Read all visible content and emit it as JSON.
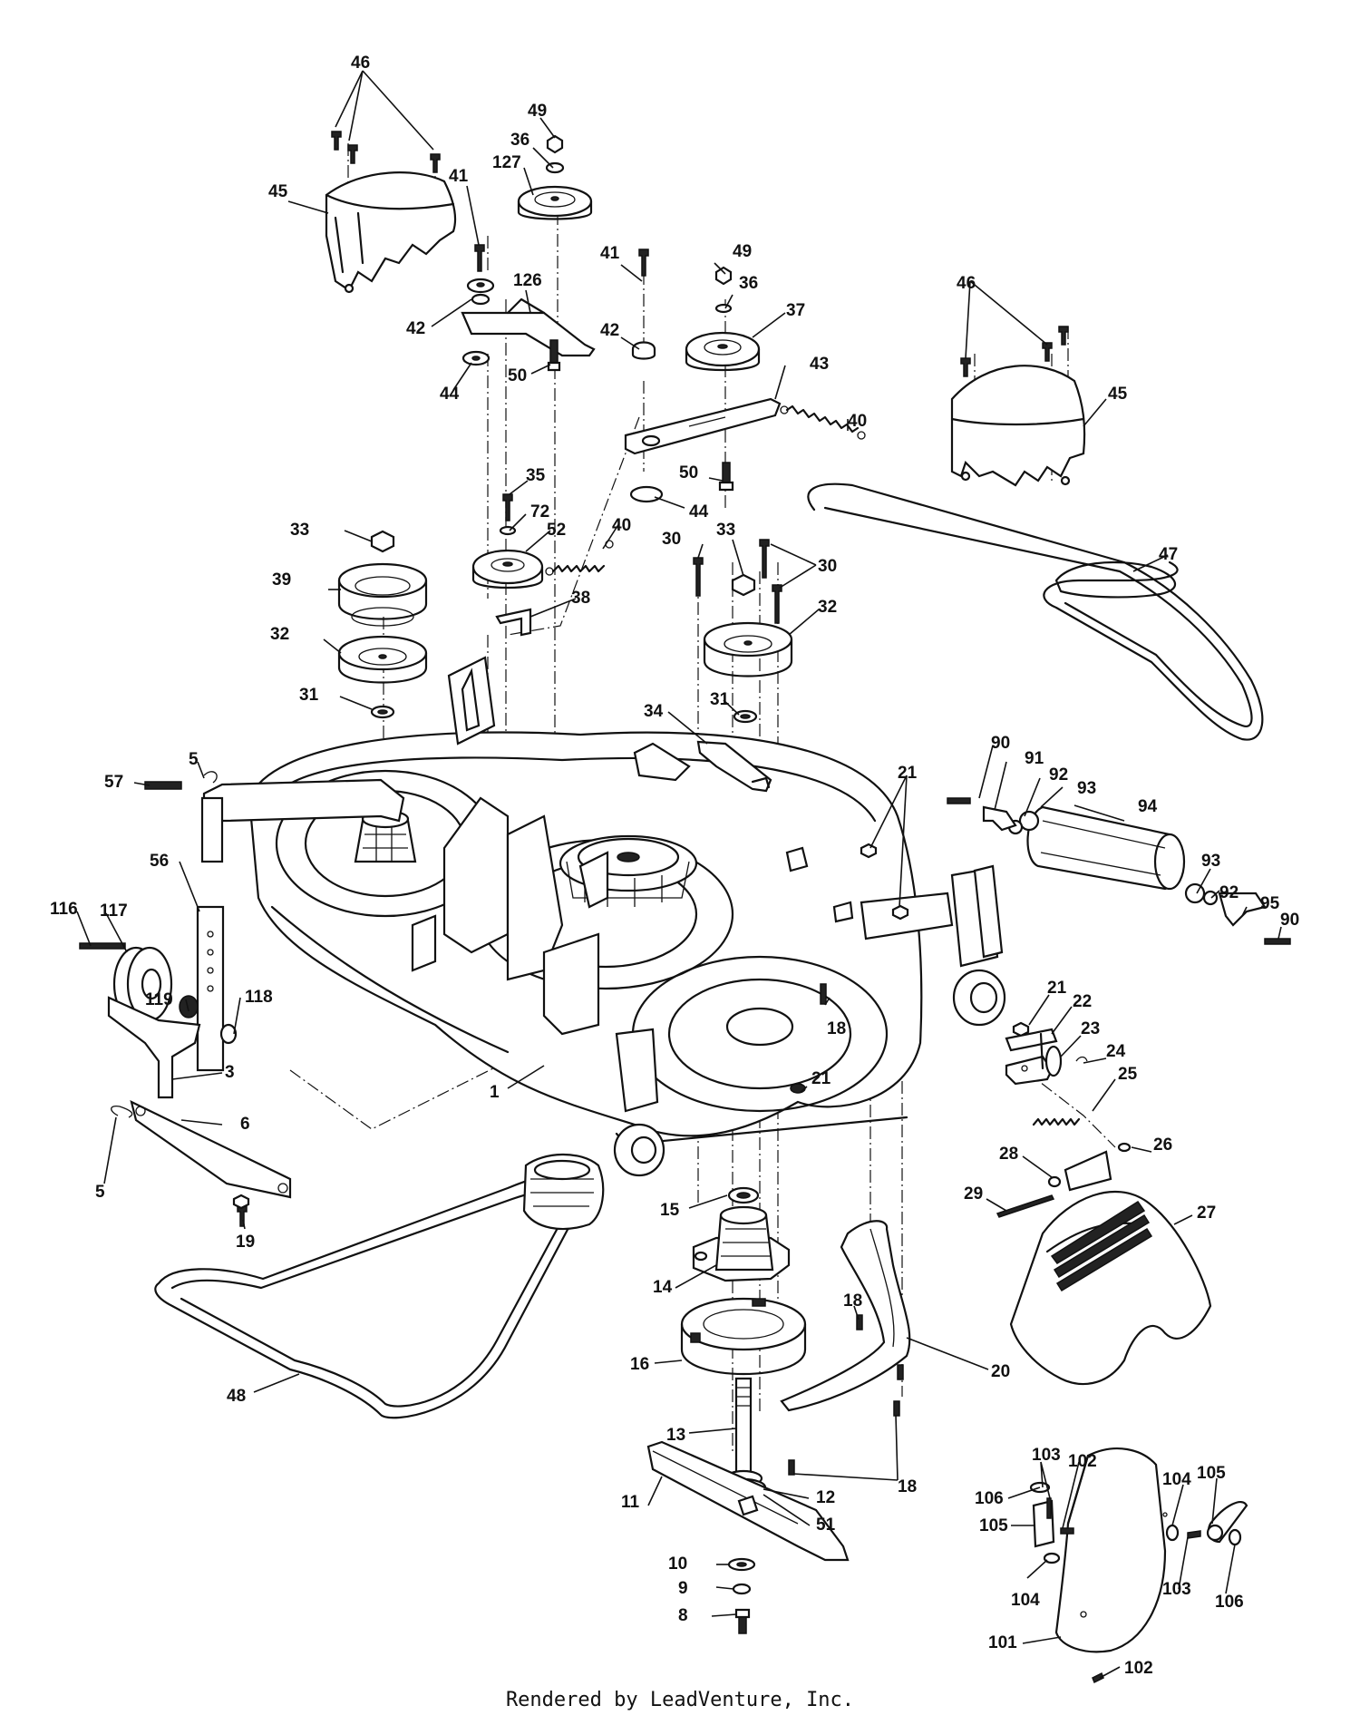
{
  "diagram": {
    "footer": "Rendered by LeadVenture, Inc.",
    "callouts": [
      {
        "id": "p46a",
        "text": "46"
      },
      {
        "id": "p45a",
        "text": "45"
      },
      {
        "id": "p49a",
        "text": "49"
      },
      {
        "id": "p36a",
        "text": "36"
      },
      {
        "id": "p127",
        "text": "127"
      },
      {
        "id": "p41a",
        "text": "41"
      },
      {
        "id": "p126",
        "text": "126"
      },
      {
        "id": "p42a",
        "text": "42"
      },
      {
        "id": "p44a",
        "text": "44"
      },
      {
        "id": "p50a",
        "text": "50"
      },
      {
        "id": "p41b",
        "text": "41"
      },
      {
        "id": "p42b",
        "text": "42"
      },
      {
        "id": "p49b",
        "text": "49"
      },
      {
        "id": "p36b",
        "text": "36"
      },
      {
        "id": "p37",
        "text": "37"
      },
      {
        "id": "p43",
        "text": "43"
      },
      {
        "id": "p40a",
        "text": "40"
      },
      {
        "id": "p46b",
        "text": "46"
      },
      {
        "id": "p45b",
        "text": "45"
      },
      {
        "id": "p50b",
        "text": "50"
      },
      {
        "id": "p44b",
        "text": "44"
      },
      {
        "id": "p35",
        "text": "35"
      },
      {
        "id": "p72",
        "text": "72"
      },
      {
        "id": "p52",
        "text": "52"
      },
      {
        "id": "p40b",
        "text": "40"
      },
      {
        "id": "p33a",
        "text": "33"
      },
      {
        "id": "p39",
        "text": "39"
      },
      {
        "id": "p38",
        "text": "38"
      },
      {
        "id": "p30a",
        "text": "30"
      },
      {
        "id": "p33b",
        "text": "33"
      },
      {
        "id": "p30b",
        "text": "30"
      },
      {
        "id": "p47",
        "text": "47"
      },
      {
        "id": "p32a",
        "text": "32"
      },
      {
        "id": "p32b",
        "text": "32"
      },
      {
        "id": "p31a",
        "text": "31"
      },
      {
        "id": "p31b",
        "text": "31"
      },
      {
        "id": "p34",
        "text": "34"
      },
      {
        "id": "p90a",
        "text": "90"
      },
      {
        "id": "p91",
        "text": "91"
      },
      {
        "id": "p92a",
        "text": "92"
      },
      {
        "id": "p93a",
        "text": "93"
      },
      {
        "id": "p94",
        "text": "94"
      },
      {
        "id": "p21a",
        "text": "21"
      },
      {
        "id": "p57",
        "text": "57"
      },
      {
        "id": "p5a",
        "text": "5"
      },
      {
        "id": "p116",
        "text": "116"
      },
      {
        "id": "p117",
        "text": "117"
      },
      {
        "id": "p56",
        "text": "56"
      },
      {
        "id": "p93b",
        "text": "93"
      },
      {
        "id": "p92b",
        "text": "92"
      },
      {
        "id": "p95",
        "text": "95"
      },
      {
        "id": "p90b",
        "text": "90"
      },
      {
        "id": "p119",
        "text": "119"
      },
      {
        "id": "p118",
        "text": "118"
      },
      {
        "id": "p18a",
        "text": "18"
      },
      {
        "id": "p21b",
        "text": "21"
      },
      {
        "id": "p22",
        "text": "22"
      },
      {
        "id": "p23",
        "text": "23"
      },
      {
        "id": "p24",
        "text": "24"
      },
      {
        "id": "p25",
        "text": "25"
      },
      {
        "id": "p3",
        "text": "3"
      },
      {
        "id": "p1",
        "text": "1"
      },
      {
        "id": "p21c",
        "text": "21"
      },
      {
        "id": "p6",
        "text": "6"
      },
      {
        "id": "p26",
        "text": "26"
      },
      {
        "id": "p5b",
        "text": "5"
      },
      {
        "id": "p29",
        "text": "29"
      },
      {
        "id": "p28",
        "text": "28"
      },
      {
        "id": "p15",
        "text": "15"
      },
      {
        "id": "p27",
        "text": "27"
      },
      {
        "id": "p19",
        "text": "19"
      },
      {
        "id": "p14",
        "text": "14"
      },
      {
        "id": "p18b",
        "text": "18"
      },
      {
        "id": "p16",
        "text": "16"
      },
      {
        "id": "p20",
        "text": "20"
      },
      {
        "id": "p48",
        "text": "48"
      },
      {
        "id": "p13",
        "text": "13"
      },
      {
        "id": "p18c",
        "text": "18"
      },
      {
        "id": "p103a",
        "text": "103"
      },
      {
        "id": "p102a",
        "text": "102"
      },
      {
        "id": "p12",
        "text": "12"
      },
      {
        "id": "p106a",
        "text": "106"
      },
      {
        "id": "p104a",
        "text": "104"
      },
      {
        "id": "p105a",
        "text": "105"
      },
      {
        "id": "p11",
        "text": "11"
      },
      {
        "id": "p51",
        "text": "51"
      },
      {
        "id": "p105b",
        "text": "105"
      },
      {
        "id": "p10",
        "text": "10"
      },
      {
        "id": "p9",
        "text": "9"
      },
      {
        "id": "p104b",
        "text": "104"
      },
      {
        "id": "p103b",
        "text": "103"
      },
      {
        "id": "p106b",
        "text": "106"
      },
      {
        "id": "p8",
        "text": "8"
      },
      {
        "id": "p101",
        "text": "101"
      },
      {
        "id": "p102b",
        "text": "102"
      }
    ]
  }
}
